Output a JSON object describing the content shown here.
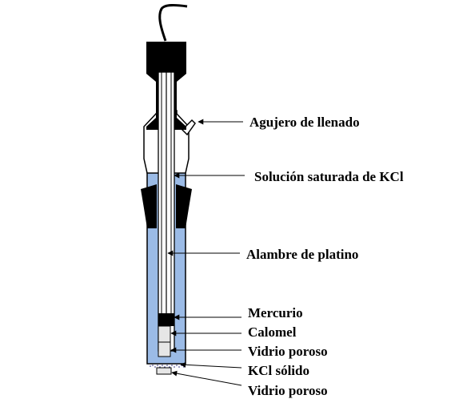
{
  "labels": {
    "filling_hole": "Agujero de llenado",
    "kcl_solution": "Solución saturada de KCl",
    "platinum_wire": "Alambre de platino",
    "mercury": "Mercurio",
    "calomel": "Calomel",
    "porous_glass_1": "Vidrio poroso",
    "kcl_solid": "KCl sólido",
    "porous_glass_2": "Vidrio poroso"
  },
  "colors": {
    "solution": "#9bbbe6",
    "cap": "#000000",
    "glass": "#ffffff",
    "calomel": "#e6e6e6",
    "outline": "#000000"
  }
}
